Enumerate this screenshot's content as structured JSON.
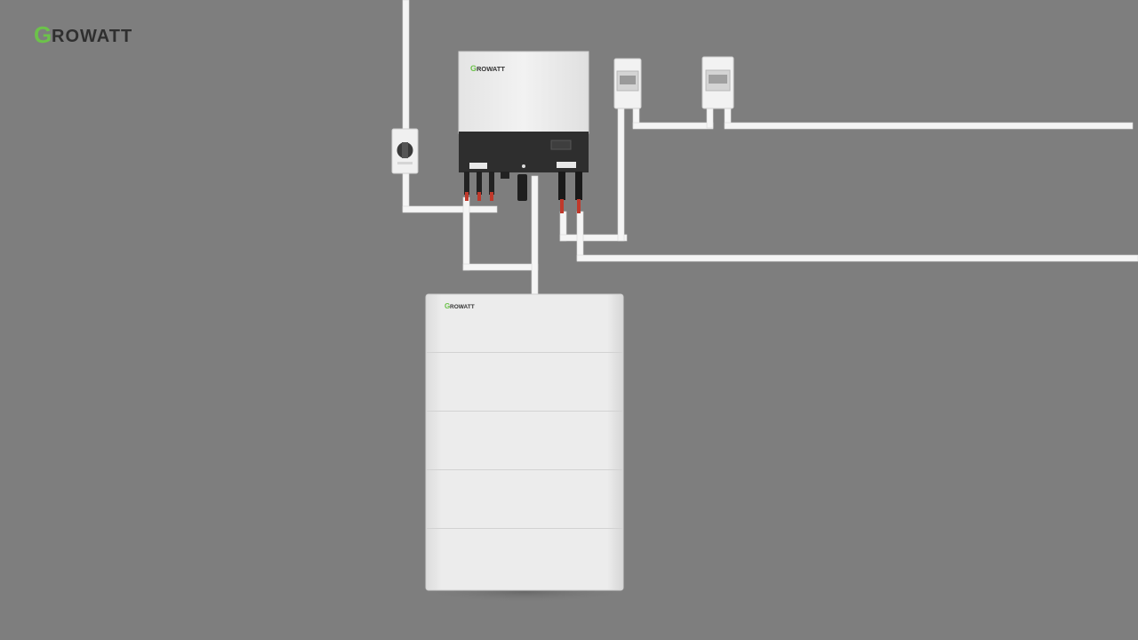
{
  "brand": {
    "logo_text": "GROWATT",
    "logo_first_letter": "G",
    "logo_rest": "ROWATT",
    "green": "#6cc24a",
    "dark": "#333333"
  },
  "devices": {
    "inverter": {
      "brand": "GROWATT"
    },
    "battery": {
      "brand": "GROWATT",
      "module_count": 5
    },
    "isolator_switch": {
      "icon": "rotary-switch-icon"
    },
    "breaker_box_1": {
      "icon": "circuit-breaker-icon"
    },
    "breaker_box_2": {
      "icon": "circuit-breaker-icon"
    }
  },
  "colors": {
    "background": "#7e7e7e",
    "pipe": "#f5f5f5",
    "inverter_body": "#ececec",
    "inverter_panel": "#2e2e2e",
    "battery_body": "#e8e8e8",
    "cable_red": "#c0392b"
  }
}
